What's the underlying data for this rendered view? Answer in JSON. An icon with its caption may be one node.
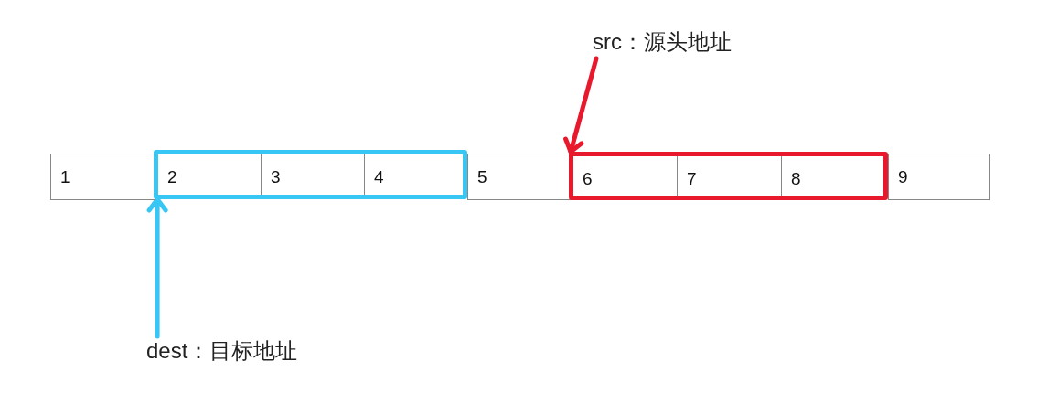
{
  "diagram": {
    "nodes": [
      {
        "text": [
          "src：源头地址"
        ]
      },
      {
        "text": [
          "1"
        ]
      },
      {
        "text": [],
        "shape": "box"
      },
      {
        "text": [
          "2"
        ],
        "in": 2
      },
      {
        "text": [
          "3"
        ],
        "in": 2
      },
      {
        "text": [
          "4"
        ],
        "in": 2
      },
      {
        "text": [
          "5"
        ]
      },
      {
        "text": [],
        "shape": "box"
      },
      {
        "text": [
          "6"
        ],
        "in": 7
      },
      {
        "text": [
          "7"
        ],
        "in": 7
      },
      {
        "text": [
          "8"
        ],
        "in": 7
      },
      {
        "text": [
          "9"
        ]
      },
      {
        "text": [
          "dest：目标地址"
        ]
      }
    ],
    "edges": [
      {
        "from": 0,
        "to": 7,
        "arrow": "to",
        "color": "#e8192c"
      },
      {
        "from": 12,
        "to": 2,
        "arrow": "to",
        "color": "#38c6f4"
      }
    ]
  }
}
